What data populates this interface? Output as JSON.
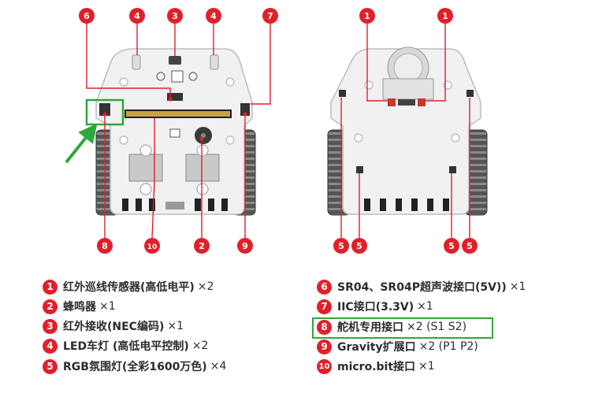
{
  "callouts": {
    "left_top": [
      "6",
      "4",
      "3",
      "4",
      "7"
    ],
    "left_bottom": [
      "8",
      "10",
      "2",
      "9"
    ],
    "right_top": [
      "1",
      "1"
    ],
    "right_bottom": [
      "5",
      "5",
      "5",
      "5"
    ]
  },
  "legend": [
    {
      "num": "1",
      "text": "红外巡线传感器(高低电平)",
      "qty": "×2"
    },
    {
      "num": "2",
      "text": "蜂鸣器",
      "qty": "×1"
    },
    {
      "num": "3",
      "text": "红外接收(NEC编码)",
      "qty": "×1"
    },
    {
      "num": "4",
      "text": "LED车灯 (高低电平控制)",
      "qty": "×2"
    },
    {
      "num": "5",
      "text": "RGB氛围灯(全彩1600万色)",
      "qty": "×4"
    },
    {
      "num": "6",
      "text": "SR04、SR04P超声波接口(5V))",
      "qty": "×1"
    },
    {
      "num": "7",
      "text": "IIC接口(3.3V)",
      "qty": "×1"
    },
    {
      "num": "8",
      "text": "舵机专用接口",
      "qty": "×2 (S1 S2)"
    },
    {
      "num": "9",
      "text": "Gravity扩展口",
      "qty": "×2 (P1 P2)"
    },
    {
      "num": "10",
      "text": "micro.bit接口",
      "qty": "×1"
    }
  ],
  "colors": {
    "callout": "#e0202a",
    "highlight": "#2ea83a",
    "board": "#f1f1f1",
    "line": "#e0202a"
  }
}
